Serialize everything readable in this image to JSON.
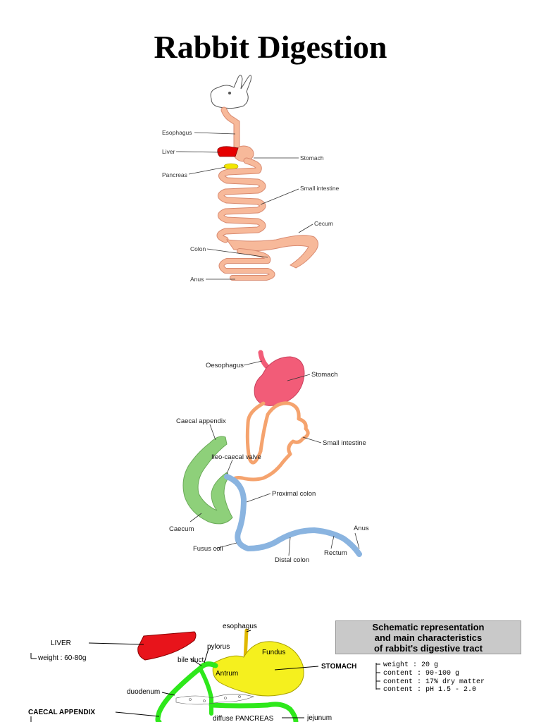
{
  "title": "Rabbit Digestion",
  "diagram1": {
    "labels": {
      "esophagus": "Esophagus",
      "liver": "Liver",
      "pancreas": "Pancreas",
      "stomach": "Stomach",
      "small_intestine": "Small intestine",
      "cecum": "Cecum",
      "colon": "Colon",
      "anus": "Anus"
    },
    "colors": {
      "tract": "#f7b99a",
      "liver": "#e60000",
      "pancreas": "#f2e600"
    }
  },
  "diagram2": {
    "labels": {
      "oesophagus": "Oesophagus",
      "stomach": "Stomach",
      "caecal_appendix": "Caecal appendix",
      "ileo_caecal_valve": "Ileo-caecal valve",
      "small_intestine": "Small intestine",
      "proximal_colon": "Proximal colon",
      "caecum": "Caecum",
      "fusus_coli": "Fusus coli",
      "distal_colon": "Distal colon",
      "rectum": "Rectum",
      "anus": "Anus"
    },
    "colors": {
      "stomach": "#f25c78",
      "small_intestine": "#f5a36e",
      "caecum": "#8ed07a",
      "colon": "#8ab4e0"
    }
  },
  "diagram3": {
    "box_lines": [
      "Schematic representation",
      "and main characteristics",
      "of rabbit's digestive tract"
    ],
    "labels": {
      "esophagus": "esophagus",
      "liver": "LIVER",
      "liver_weight": "weight : 60-80g",
      "pylorus": "pylorus",
      "fundus": "Fundus",
      "bile_duct": "bile duct",
      "antrum": "Antrum",
      "stomach": "STOMACH",
      "duodenum": "duodenum",
      "caecal_appendix": "CAECAL APPENDIX",
      "diffuse_pancreas": "diffuse PANCREAS",
      "jejunum": "jejunum"
    },
    "stomach_facts": [
      "weight : 20 g",
      "content : 90-100 g",
      "content : 17% dry matter",
      "content : pH 1.5 - 2.0"
    ],
    "colors": {
      "liver": "#e8141b",
      "stomach": "#f5f01e",
      "duodenum": "#2ee81b",
      "esophagus": "#e0b800"
    }
  }
}
